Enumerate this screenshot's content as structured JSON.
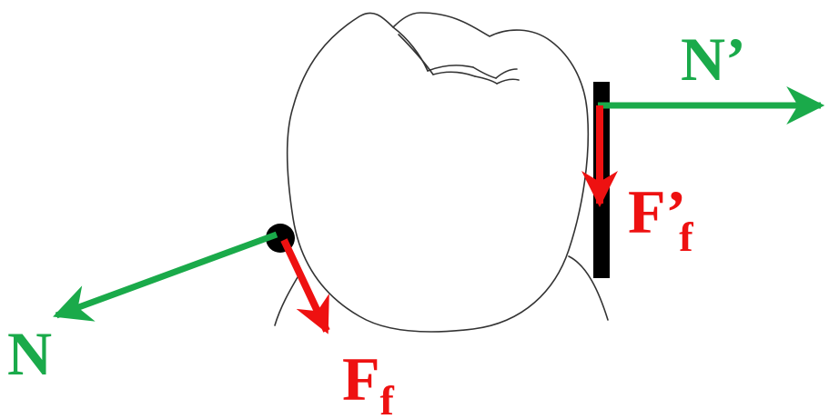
{
  "labels": {
    "normal_force": "N",
    "normal_force_prime": "N’",
    "friction_main": "F",
    "friction_main_sub": "f",
    "friction_prime_main": "F’",
    "friction_prime_sub": "f"
  },
  "colors": {
    "normal": "#1aaa4a",
    "friction": "#ee1111",
    "outline": "#333333",
    "contact": "#000000"
  },
  "icons": {
    "tooth": "tooth-outline-icon",
    "contact_point": "contact-point-icon",
    "contact_bar": "contact-bar-icon"
  }
}
